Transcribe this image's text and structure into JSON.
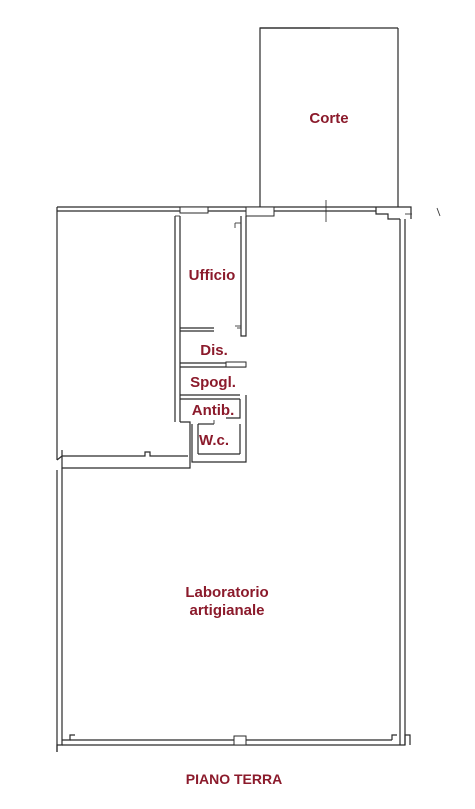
{
  "plan": {
    "label_color": "#8b1a2b",
    "rooms": {
      "corte": "Corte",
      "ufficio": "Ufficio",
      "dis": "Dis.",
      "spogl": "Spogl.",
      "antib": "Antib.",
      "wc": "W.c.",
      "laboratorio_line1": "Laboratorio",
      "laboratorio_line2": "artigianale"
    },
    "floor_title": "PIANO TERRA"
  }
}
